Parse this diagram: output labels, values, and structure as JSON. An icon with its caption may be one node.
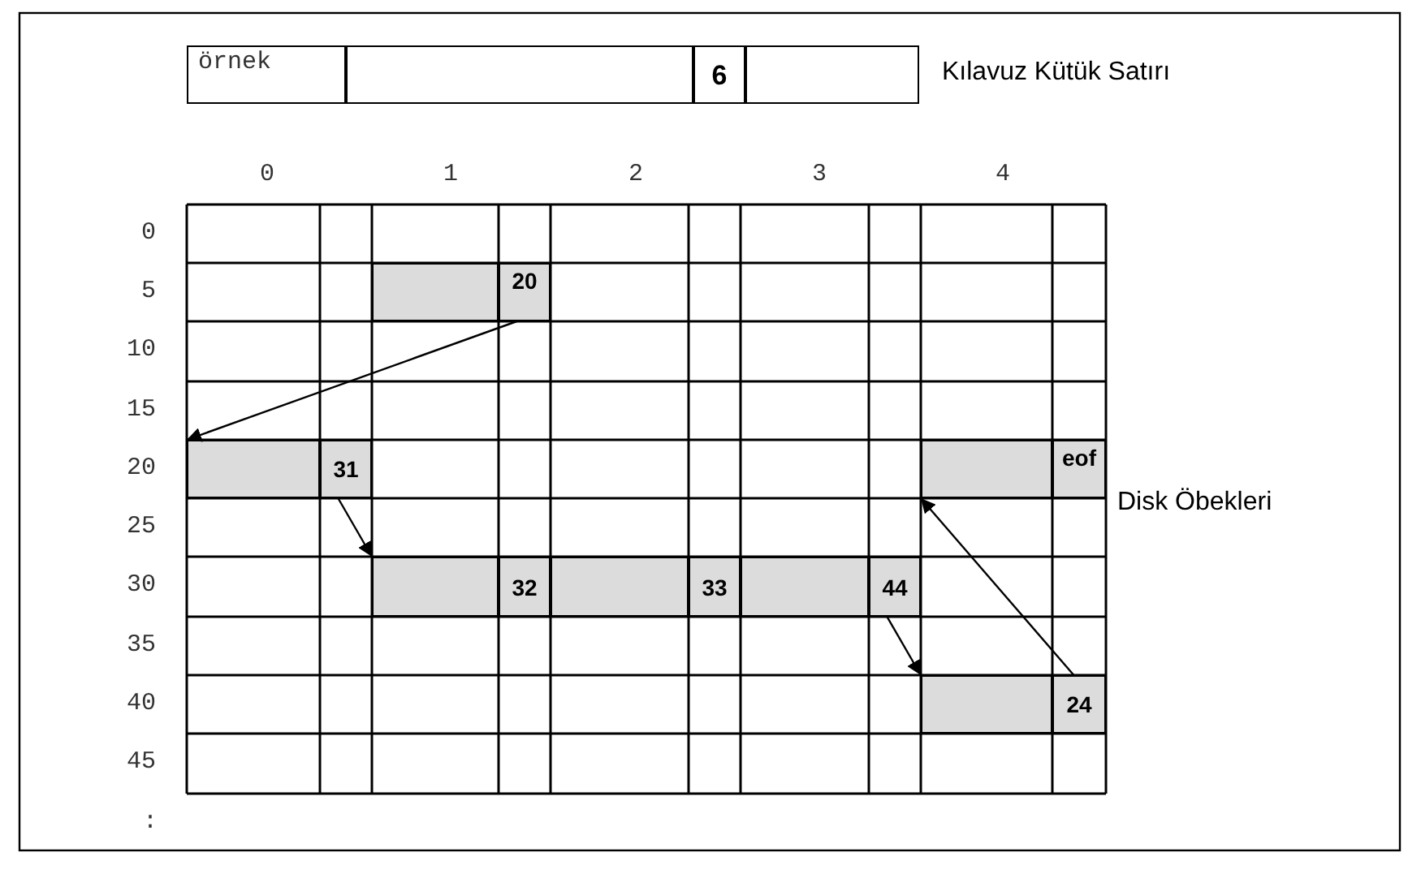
{
  "diagram": {
    "nodes": [
      {
        "text": [
          "örnek"
        ]
      },
      {
        "text": [],
        "shape": "box"
      },
      {
        "text": [
          "6"
        ]
      },
      {
        "text": [],
        "shape": "box"
      },
      {
        "text": [],
        "shape": "box"
      },
      {
        "text": [
          "20"
        ]
      },
      {
        "text": [],
        "shape": "box"
      },
      {
        "text": [
          "31"
        ]
      },
      {
        "text": [],
        "shape": "box"
      },
      {
        "text": [
          "eof"
        ]
      },
      {
        "text": [],
        "shape": "box"
      },
      {
        "text": [
          "32"
        ]
      },
      {
        "text": [],
        "shape": "box"
      },
      {
        "text": [
          "33"
        ]
      },
      {
        "text": [],
        "shape": "box"
      },
      {
        "text": [
          "44"
        ]
      },
      {
        "text": [],
        "shape": "box"
      },
      {
        "text": [
          "24"
        ]
      }
    ],
    "edges": [
      {
        "from": 5,
        "to": 6,
        "arrow": "to"
      },
      {
        "from": 7,
        "to": 10,
        "arrow": "to"
      },
      {
        "from": 15,
        "to": 16,
        "arrow": "to"
      },
      {
        "from": 17,
        "to": 8,
        "arrow": "to"
      }
    ],
    "labels": [
      "Kılavuz Kütük Satırı",
      "0",
      "1",
      "2",
      "3",
      "4",
      "0",
      "5",
      "10",
      "15",
      "20",
      "25",
      "30",
      "35",
      "40",
      "45",
      ":",
      "Disk Öbekleri"
    ]
  }
}
